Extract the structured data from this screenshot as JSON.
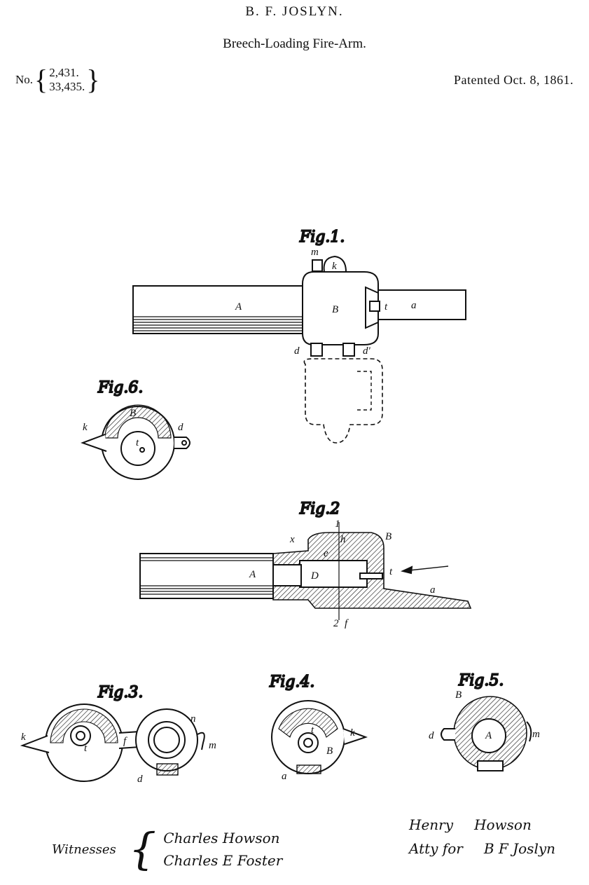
{
  "header": {
    "inventor": "B. F. JOSLYN.",
    "title": "Breech-Loading Fire-Arm.",
    "number_prefix": "No.",
    "numbers": [
      "2,431.",
      "33,435."
    ],
    "patented": "Patented Oct. 8, 1861."
  },
  "figures": {
    "fig1": {
      "label": "Fig.1.",
      "parts": [
        "A",
        "B",
        "a",
        "t",
        "k",
        "m",
        "d",
        "d'"
      ]
    },
    "fig2": {
      "label": "Fig.2",
      "parts": [
        "A",
        "B",
        "D",
        "a",
        "h",
        "e",
        "x",
        "t",
        "1",
        "2",
        "f"
      ]
    },
    "fig3": {
      "label": "Fig.3.",
      "parts": [
        "k",
        "t",
        "f",
        "n",
        "m",
        "d"
      ]
    },
    "fig4": {
      "label": "Fig.4.",
      "parts": [
        "t",
        "B",
        "k",
        "a"
      ]
    },
    "fig5": {
      "label": "Fig.5.",
      "parts": [
        "B",
        "A",
        "d",
        "m"
      ]
    },
    "fig6": {
      "label": "Fig.6.",
      "parts": [
        "B",
        "k",
        "d",
        "t"
      ]
    }
  },
  "witnesses": {
    "label": "Witnesses",
    "names": [
      "Charles Howson",
      "Charles E Foster"
    ]
  },
  "signature": {
    "attorney_name": [
      "Henry",
      "Howson"
    ],
    "attorney_label": "Atty for",
    "inventor_sig": "B F Joslyn"
  }
}
